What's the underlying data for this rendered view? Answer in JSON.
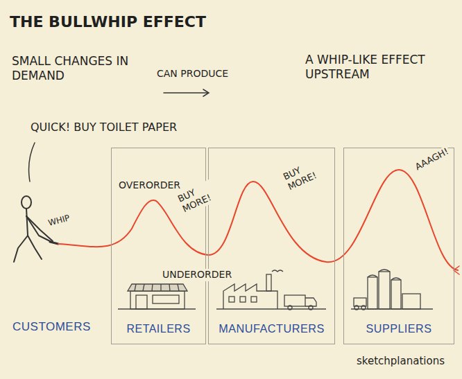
{
  "diagram": {
    "title": "THE BULLWHIP EFFECT",
    "nodes": [
      {
        "text": [
          "RETAILERS"
        ]
      },
      {
        "text": [
          "MANUFACTURERS"
        ]
      },
      {
        "text": [
          "SUPPLIERS"
        ]
      }
    ],
    "labels": [
      "SMALL CHANGES IN DEMAND",
      "CAN PRODUCE",
      "A WHIP-LIKE EFFECT UPSTREAM",
      "QUICK! BUY TOILET PAPER",
      "WHIP",
      "OVERORDER",
      "BUY MORE!",
      "UNDERORDER",
      "BUY MORE!",
      "AAAGH!",
      "CUSTOMERS",
      "sketchplanations"
    ]
  }
}
